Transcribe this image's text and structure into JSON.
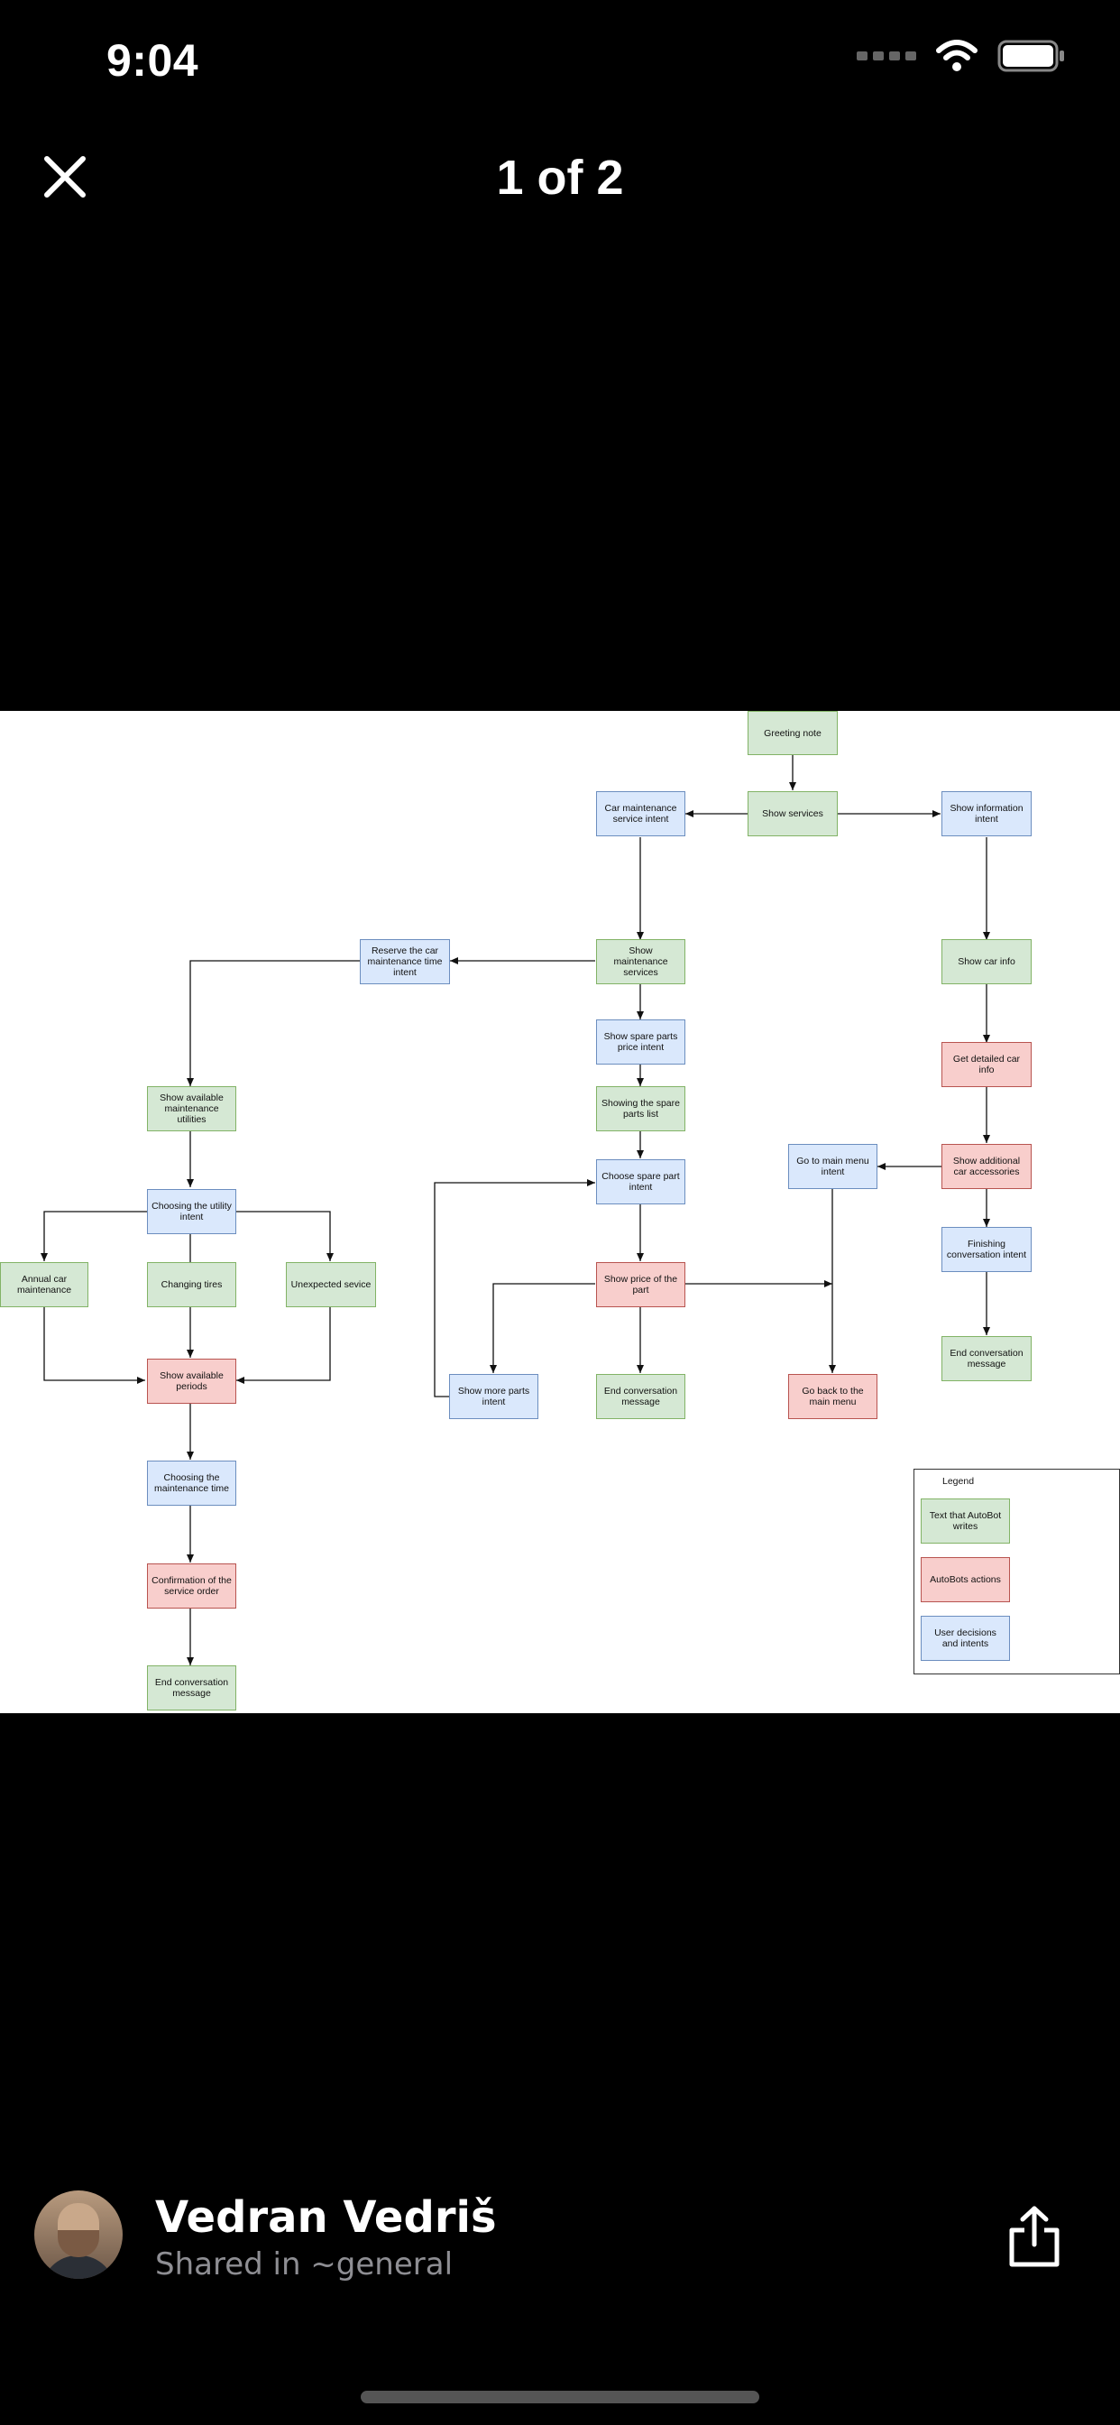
{
  "status_bar": {
    "time": "9:04",
    "icons": [
      "cellular-icon",
      "wifi-icon",
      "battery-icon"
    ]
  },
  "viewer": {
    "counter": "1 of 2",
    "close_icon": "close-icon"
  },
  "diagram": {
    "nodes": {
      "greeting": "Greeting note",
      "show_services": "Show services",
      "car_maintenance_intent": "Car maintenance service intent",
      "show_information_intent": "Show information intent",
      "show_maintenance_services": "Show maintenance services",
      "reserve_time_intent": "Reserve the car maintenance time intent",
      "show_car_info": "Show car info",
      "spare_parts_price_intent": "Show spare parts price intent",
      "get_detailed_car_info": "Get detailed car info",
      "show_available_utilities": "Show available maintenance utilities",
      "showing_spare_parts_list": "Showing the spare parts list",
      "go_to_main_menu_intent": "Go to main menu intent",
      "show_additional_accessories": "Show additional car accessories",
      "choosing_utility_intent": "Choosing the utility intent",
      "choose_spare_part_intent": "Choose spare part intent",
      "finishing_conversation_intent": "Finishing conversation intent",
      "annual_maintenance": "Annual car maintenance",
      "changing_tires": "Changing tires",
      "unexpected_service": "Unexpected sevice",
      "show_price_of_part": "Show price of the part",
      "end_conversation_right": "End conversation message",
      "show_available_periods": "Show available periods",
      "show_more_parts_intent": "Show more parts intent",
      "end_conversation_middle": "End conversation message",
      "go_back_main_menu": "Go back to the main menu",
      "choosing_maintenance_time": "Choosing the maintenance time",
      "confirmation_service_order": "Confirmation of the service order",
      "end_conversation_left": "End conversation message"
    },
    "legend": {
      "title": "Legend",
      "green": "Text that AutoBot writes",
      "red": "AutoBots actions",
      "blue": "User decisions and intents"
    },
    "colors": {
      "green_fill": "#d5e8d4",
      "red_fill": "#f8cecc",
      "blue_fill": "#dae8fc"
    }
  },
  "footer": {
    "name": "Vedran Vedriš",
    "subtitle": "Shared in ~general",
    "share_icon": "share-icon"
  }
}
